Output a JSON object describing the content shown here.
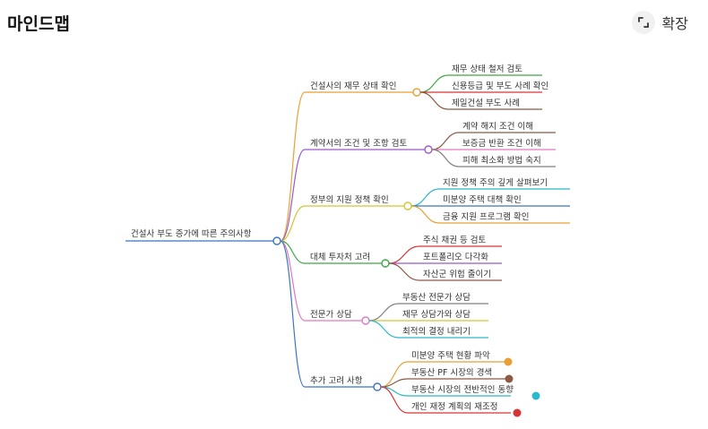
{
  "header": {
    "title": "마인드맵",
    "expand_label": "확장",
    "expand_icon": "expand-corners-icon"
  },
  "mindmap": {
    "root": "건설사 부도 증가에 따른 주의사항",
    "branches": [
      {
        "label": "건설사의 재무 상태 확인",
        "color": "#e8a035",
        "children": [
          {
            "label": "재무 상태 철저 검토",
            "color": "#3aa843"
          },
          {
            "label": "신용등급 및 부도 사례 확인",
            "color": "#d93434"
          },
          {
            "label": "제일건설 부도 사례",
            "color": "#8a5a44"
          }
        ]
      },
      {
        "label": "계약서의 조건 및 조항 검토",
        "color": "#9b59c9",
        "children": [
          {
            "label": "계약 해지 조건 이해",
            "color": "#8a5a44"
          },
          {
            "label": "보증금 반환 조건 이해",
            "color": "#e377c2"
          },
          {
            "label": "피해 최소화 방법 숙지",
            "color": "#7f7f7f"
          }
        ]
      },
      {
        "label": "정부의 지원 정책 확인",
        "color": "#d4c530",
        "children": [
          {
            "label": "지원 정책 주의 깊게 살펴보기",
            "color": "#2ab8cc"
          },
          {
            "label": "미분양 주택 대책 확인",
            "color": "#3a76c2"
          },
          {
            "label": "금융 지원 프로그램 확인",
            "color": "#e8a035"
          }
        ]
      },
      {
        "label": "대체 투자처 고려",
        "color": "#3aa843",
        "children": [
          {
            "label": "주식 채권 등 검토",
            "color": "#d93434"
          },
          {
            "label": "포트폴리오 다각화",
            "color": "#9b59c9"
          },
          {
            "label": "자산군 위험 줄이기",
            "color": "#8a5a44"
          }
        ]
      },
      {
        "label": "전문가 상담",
        "color": "#e377c2",
        "children": [
          {
            "label": "부동산 전문가 상담",
            "color": "#7f7f7f"
          },
          {
            "label": "재무 상담가와 상담",
            "color": "#d4c530"
          },
          {
            "label": "최적의 결정 내리기",
            "color": "#2ab8cc"
          }
        ]
      },
      {
        "label": "추가 고려 사항",
        "color": "#3a76c2",
        "children": [
          {
            "label": "미분양 주택 현황 파악",
            "color": "#e8a035"
          },
          {
            "label": "부동산 PF 시장의 경색",
            "color": "#8a5a44"
          },
          {
            "label": "부동산 시장의 전반적인 동향",
            "color": "#2ab8cc"
          },
          {
            "label": "개인 재정 계획의 재조정",
            "color": "#d93434"
          }
        ]
      }
    ]
  }
}
